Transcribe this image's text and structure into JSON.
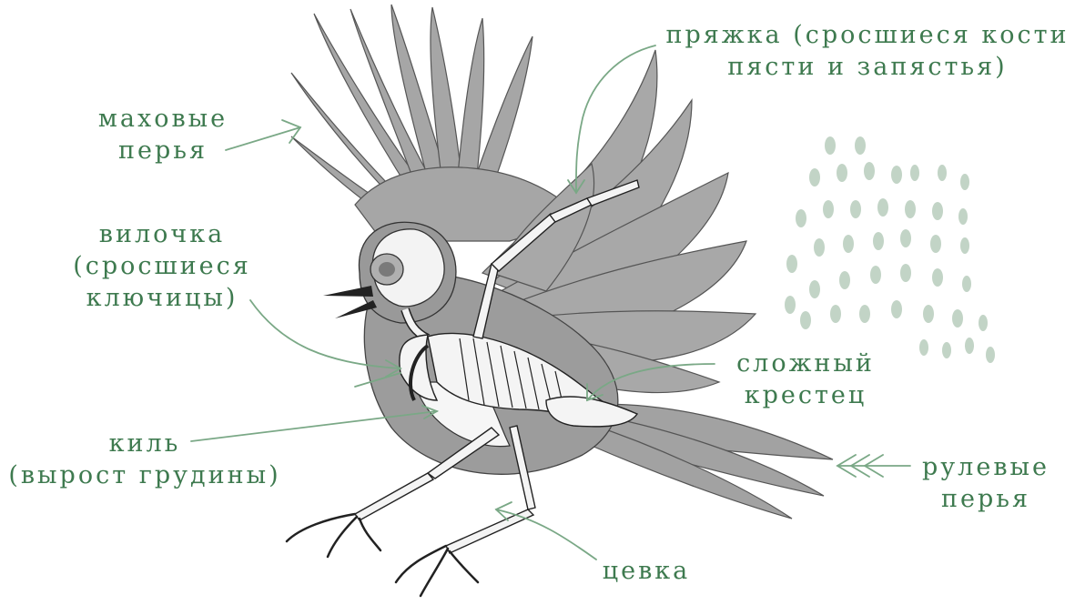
{
  "labels": {
    "flight_feathers": {
      "lines": [
        "маховые",
        "перья"
      ]
    },
    "pinion": {
      "lines": [
        "пряжка (сросшиеся кости",
        "пясти и запястья)"
      ]
    },
    "wishbone": {
      "lines": [
        "вилочка",
        "(сросшиеся",
        "ключицы)"
      ]
    },
    "synsacrum": {
      "lines": [
        "сложный",
        "крестец"
      ]
    },
    "keel": {
      "lines": [
        "киль",
        "(вырост грудины)"
      ]
    },
    "tail_feathers": {
      "lines": [
        "рулевые",
        "перья"
      ]
    },
    "tarsus": {
      "lines": [
        "цевка"
      ]
    }
  },
  "colors": {
    "label": "#3e7a4f",
    "leader": "#7aa886",
    "feather": "#a9a9a9",
    "feather_dark": "#8a8a8a",
    "bone": "#f4f4f4",
    "outline": "#262626",
    "dots": "#9fb9a5"
  }
}
